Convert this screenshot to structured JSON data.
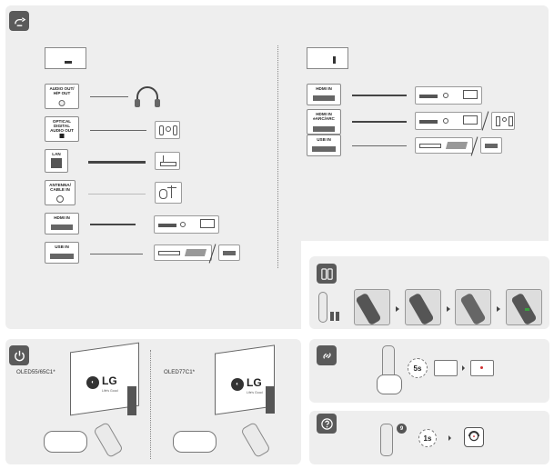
{
  "connections": {
    "left_ports": [
      {
        "id": "audio_out",
        "label": "AUDIO OUT/\nH/P OUT"
      },
      {
        "id": "optical",
        "label": "OPTICAL DIGITAL\nAUDIO OUT"
      },
      {
        "id": "lan",
        "label": "LAN"
      },
      {
        "id": "antenna",
        "label": "ANTENNA/\nCABLE IN"
      },
      {
        "id": "hdmi",
        "label": "HDMI IN"
      },
      {
        "id": "usb",
        "label": "USB IN"
      }
    ],
    "right_ports": [
      {
        "id": "hdmi_in",
        "label": "HDMI IN"
      },
      {
        "id": "hdmi_earc",
        "label": "HDMI IN\neARC/ARC"
      },
      {
        "id": "usb_in",
        "label": "USB IN"
      }
    ]
  },
  "power": {
    "models": [
      "OLED55/65C1*",
      "OLED77C1*"
    ],
    "logo_text": "LG",
    "logo_sub": "Life's Good"
  },
  "pairing": {
    "timer_label": "5s"
  },
  "help": {
    "timer_label": "1s",
    "button_number": "9"
  },
  "colors": {
    "panel": "#eeeeee",
    "badge": "#5a5a5a",
    "accent_red": "#d03030",
    "accent_green": "#3aa040"
  }
}
